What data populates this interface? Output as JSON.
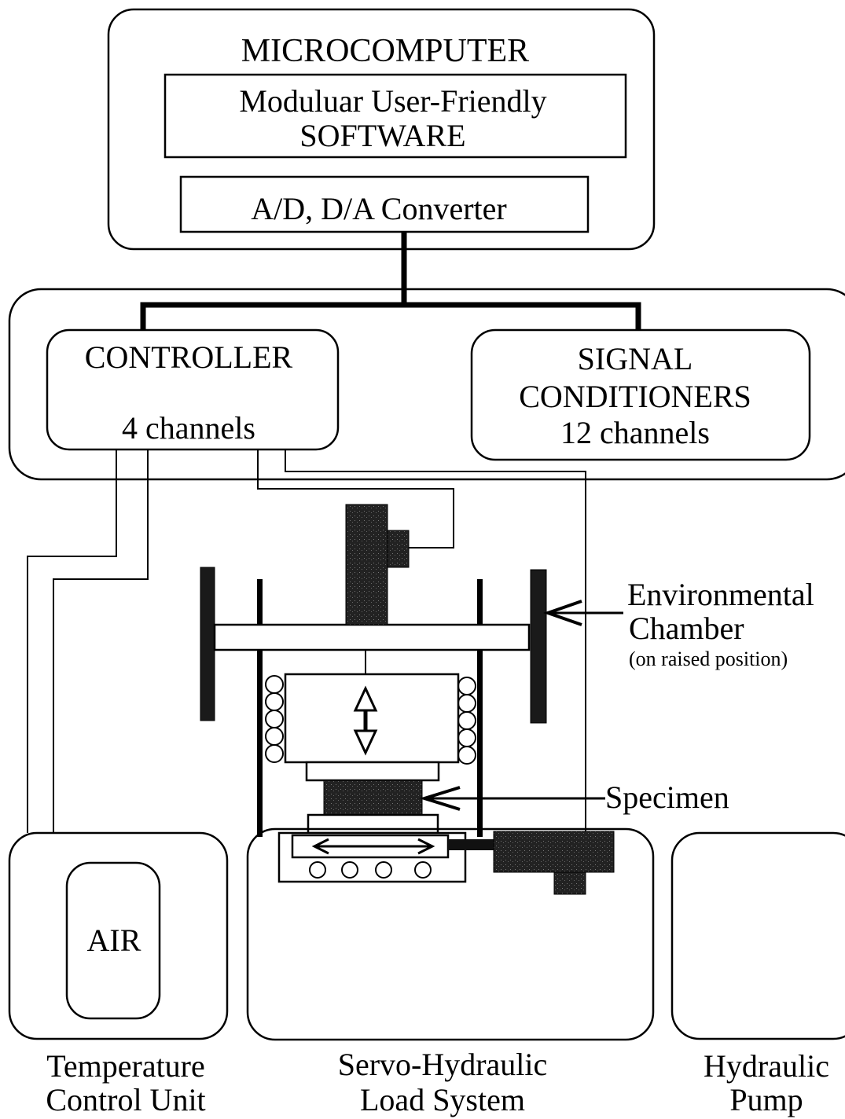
{
  "microcomputer": {
    "title": "MICROCOMPUTER",
    "software_line1": "Moduluar User-Friendly",
    "software_line2": "SOFTWARE",
    "converter": "A/D, D/A Converter"
  },
  "controller": {
    "title": "CONTROLLER",
    "channels": "4 channels"
  },
  "signal_conditioners": {
    "line1": "SIGNAL",
    "line2": "CONDITIONERS",
    "channels": "12 channels"
  },
  "labels": {
    "environmental_chamber_line1": "Environmental",
    "environmental_chamber_line2": "Chamber",
    "environmental_chamber_note": "(on raised position)",
    "specimen": "Specimen",
    "air": "AIR"
  },
  "units": {
    "temperature_line1": "Temperature",
    "temperature_line2": "Control Unit",
    "servo_line1": "Servo-Hydraulic",
    "servo_line2": "Load System",
    "pump_line1": "Hydraulic",
    "pump_line2": "Pump"
  }
}
